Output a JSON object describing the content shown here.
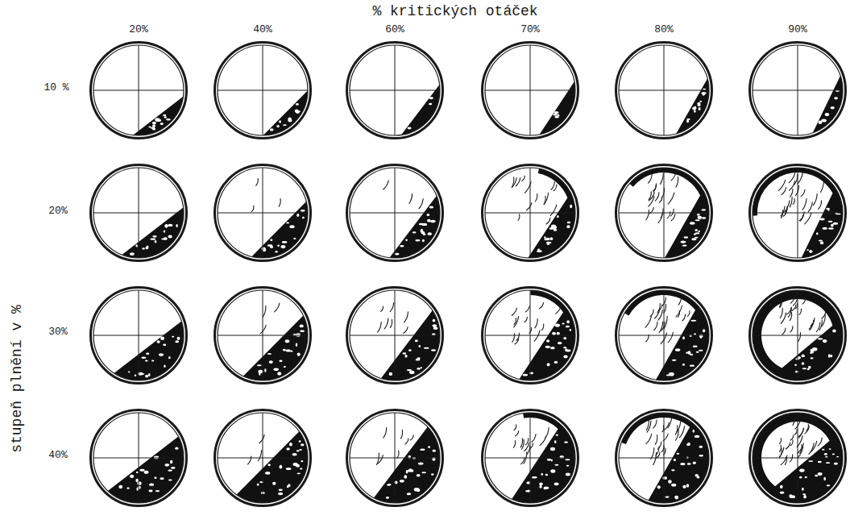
{
  "diagram": {
    "title": "% kritických otáček",
    "labels": [
      "20%",
      "40%",
      "60%",
      "70%",
      "80%",
      "90%",
      "10 %",
      "20%",
      "30%",
      "40%",
      "stupeň plnění v %"
    ]
  }
}
